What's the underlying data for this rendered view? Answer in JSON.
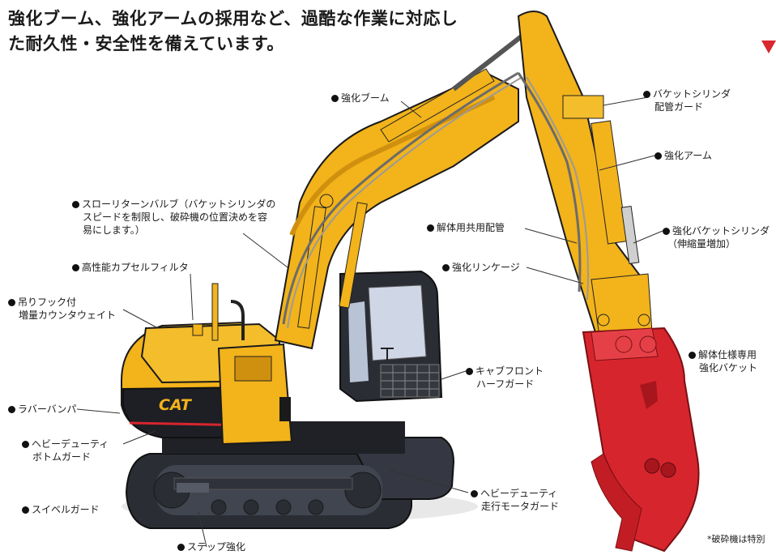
{
  "headline": {
    "line1": "強化ブーム、強化アームの採用など、過酷な作業に対応し",
    "line2": "た耐久性・安全性を備えています。"
  },
  "labels": {
    "boom": "強化ブーム",
    "bucket_cyl_guard_1": "バケットシリンダ",
    "bucket_cyl_guard_2": "配管ガード",
    "arm": "強化アーム",
    "slow_return_1": "スローリターンバルブ（バケットシリンダの",
    "slow_return_2": "スピードを制限し、破砕機の位置決めを容",
    "slow_return_3": "易にします。）",
    "demolition_piping": "解体用共用配管",
    "bucket_cylinder_1": "強化バケットシリンダ",
    "bucket_cylinder_2": "（伸縮量増加）",
    "filter": "高性能カプセルフィルタ",
    "linkage": "強化リンケージ",
    "counterweight_1": "吊りフック付",
    "counterweight_2": "増量カウンタウェイト",
    "demolition_bucket_1": "解体仕様専用",
    "demolition_bucket_2": "強化バケット",
    "cab_guard_1": "キャブフロント",
    "cab_guard_2": "ハーフガード",
    "rubber_bumper": "ラバーバンパ",
    "bottom_guard_1": "ヘビーデューティ",
    "bottom_guard_2": "ボトムガード",
    "motor_guard_1": "ヘビーデューティ",
    "motor_guard_2": "走行モータガード",
    "swivel_guard": "スイベルガード",
    "step": "ステップ強化"
  },
  "brand_logo": "CAT",
  "footnote": "*破砕機は特別",
  "colors": {
    "machine_yellow": "#f2b31b",
    "machine_shade": "#d0900f",
    "attachment_red": "#d7252e",
    "track_dark": "#2a2d34",
    "label_text": "#1a1a1a"
  }
}
